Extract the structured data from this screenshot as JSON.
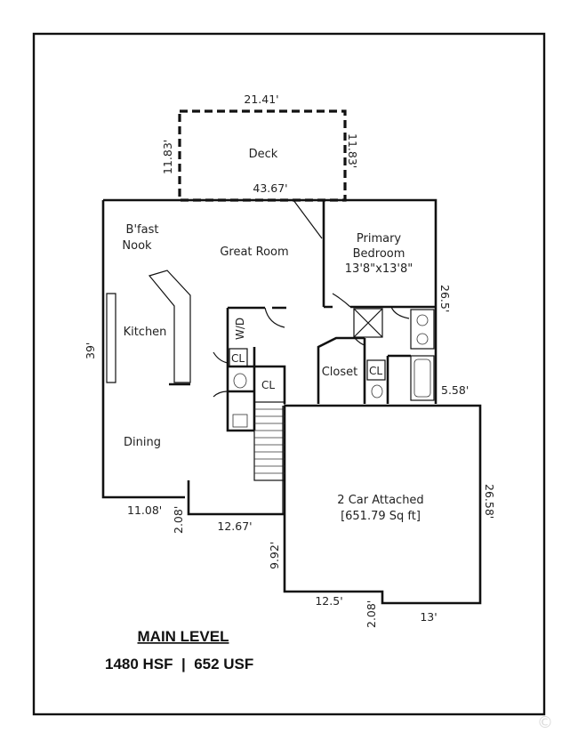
{
  "rooms": {
    "deck": "Deck",
    "bfast_line1": "B'fast",
    "bfast_line2": "Nook",
    "great_room": "Great Room",
    "primary_line1": "Primary",
    "primary_line2": "Bedroom",
    "primary_size": "13'8\"x13'8\"",
    "kitchen": "Kitchen",
    "wd": "W/D",
    "cl": "CL",
    "closet": "Closet",
    "dining": "Dining",
    "garage_line1": "2 Car Attached",
    "garage_line2": "[651.79 Sq ft]"
  },
  "dimensions": {
    "deck_top": "21.41'",
    "deck_left": "11.83'",
    "deck_right": "11.83'",
    "deck_bottom": "43.67'",
    "house_left": "39'",
    "bedroom_right": "26.5'",
    "garage_notch": "5.58'",
    "garage_right": "26.58'",
    "dining_bottom": "11.08'",
    "dining_step": "2.08'",
    "stair_bottom": "12.67'",
    "garage_left": "9.92'",
    "garage_bottom_left": "12.5'",
    "garage_step": "2.08'",
    "garage_bottom_right": "13'"
  },
  "footer": {
    "level": "MAIN LEVEL",
    "summary": "1480 HSF  |  652 USF"
  },
  "watermark": "©"
}
